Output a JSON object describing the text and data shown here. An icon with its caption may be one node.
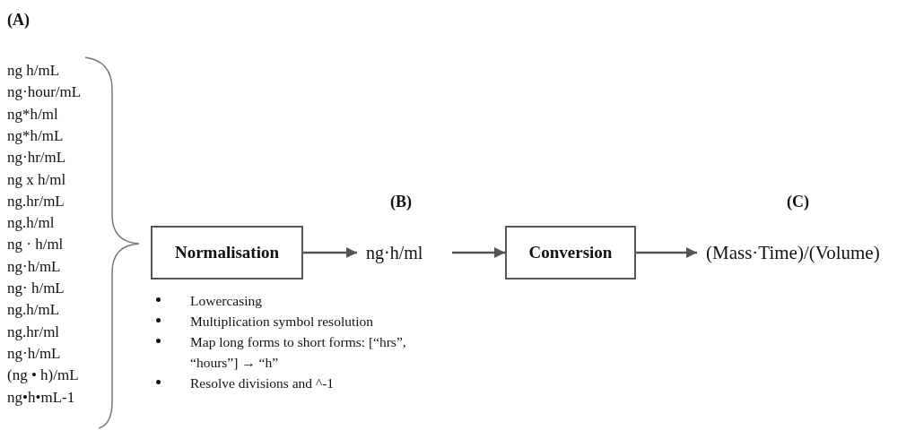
{
  "diagram": {
    "nodes": [
      {
        "text": [
          "Normalisation"
        ]
      },
      {
        "text": [
          "ng·h/ml"
        ]
      },
      {
        "text": [
          "Conversion"
        ]
      },
      {
        "text": [
          "(Mass·Time)/(Volume)"
        ]
      }
    ],
    "edges": [
      {
        "from": 0,
        "to": 1,
        "arrow": "to"
      },
      {
        "from": 1,
        "to": 2,
        "arrow": "to"
      },
      {
        "from": 2,
        "to": 3,
        "arrow": "to"
      }
    ],
    "labels": [
      "(A)",
      "ng h/mL",
      "ng·hour/mL",
      "ng*h/ml",
      "ng*h/mL",
      "ng·hr/mL",
      "ng x h/ml",
      "ng.hr/mL",
      "ng.h/ml",
      "ng · h/ml",
      "ng·h/mL",
      "ng· h/mL",
      "ng.h/mL",
      "ng.hr/ml",
      "ng·h/mL",
      "(ng • h)/mL",
      "ng•h•mL-1",
      "(B)",
      "(C)",
      "Lowercasing",
      "Multiplication symbol resolution",
      "Map long forms to short forms: [“hrs”, “hours”] →  “h”",
      "Resolve divisions and ^-1"
    ]
  }
}
